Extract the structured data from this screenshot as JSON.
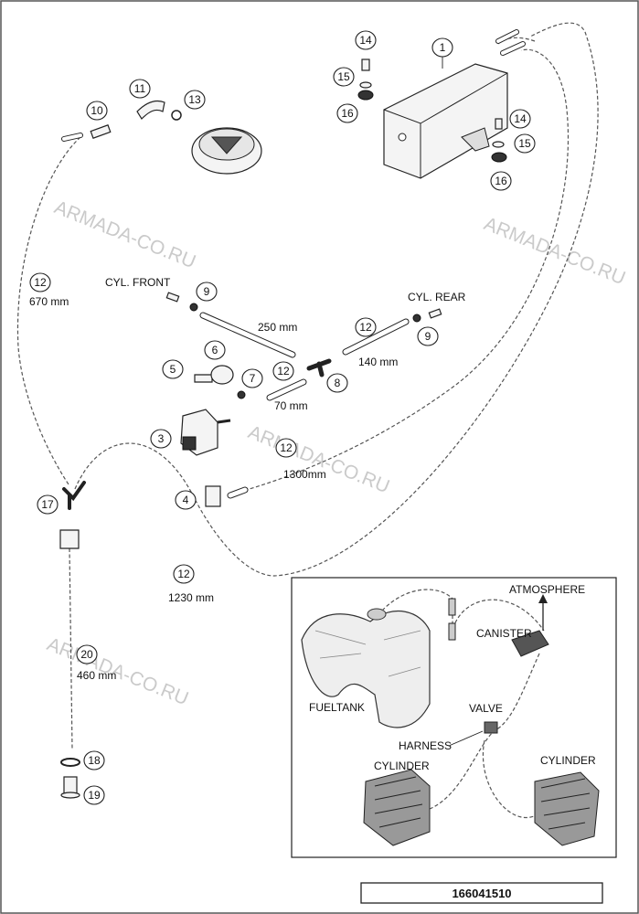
{
  "frame": {
    "border_color": "#555555"
  },
  "watermark": {
    "text": "ARMADA-CO.RU",
    "color": "#b9b9b9"
  },
  "labels": {
    "cyl_front": "CYL. FRONT",
    "cyl_rear": "CYL. REAR",
    "len_670": "670 mm",
    "len_250": "250 mm",
    "len_140": "140 mm",
    "len_70": "70 mm",
    "len_1300": "1300mm",
    "len_1230": "1230 mm",
    "len_460": "460 mm"
  },
  "callouts": {
    "c1": "1",
    "c3": "3",
    "c4": "4",
    "c5": "5",
    "c6": "6",
    "c7": "7",
    "c8": "8",
    "c9a": "9",
    "c9b": "9",
    "c10": "10",
    "c11": "11",
    "c12a": "12",
    "c12b": "12",
    "c12c": "12",
    "c12d": "12",
    "c12e": "12",
    "c13": "13",
    "c14a": "14",
    "c14b": "14",
    "c15a": "15",
    "c15b": "15",
    "c16a": "16",
    "c16b": "16",
    "c17": "17",
    "c18": "18",
    "c19": "19",
    "c20": "20"
  },
  "inset": {
    "fueltank": "FUELTANK",
    "atmosphere": "ATMOSPHERE",
    "canister": "CANISTER",
    "valve": "VALVE",
    "harness": "HARNESS",
    "cylinder_left": "CYLINDER",
    "cylinder_right": "CYLINDER"
  },
  "footer": {
    "drawing_number": "166041510"
  }
}
